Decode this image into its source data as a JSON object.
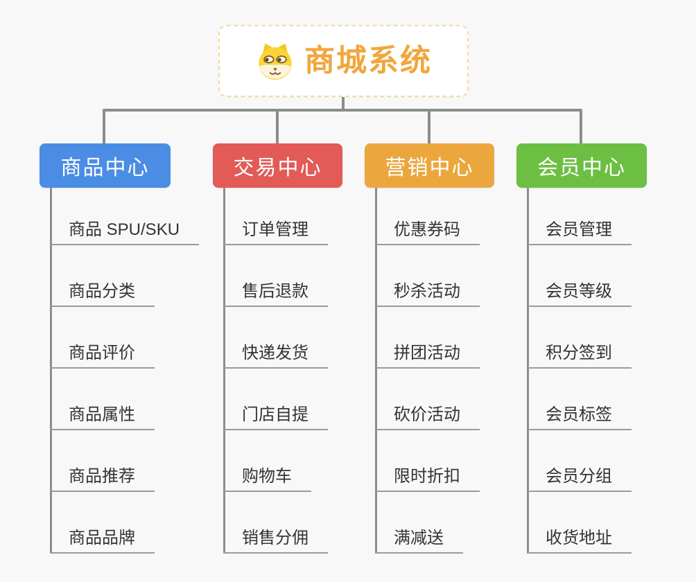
{
  "root": {
    "title": "商城系统",
    "icon": "dog-face-icon",
    "accent_color": "#F1A63C",
    "border_color": "#F6D9A1"
  },
  "colors": {
    "background": "#F8F8F8",
    "connector": "#8C8C8C",
    "leaf_underline": "#9A9A9A",
    "leaf_text": "#333333"
  },
  "branches": [
    {
      "label": "商品中心",
      "color": "#4B8DE4",
      "items": [
        "商品 SPU/SKU",
        "商品分类",
        "商品评价",
        "商品属性",
        "商品推荐",
        "商品品牌"
      ]
    },
    {
      "label": "交易中心",
      "color": "#E25B57",
      "items": [
        "订单管理",
        "售后退款",
        "快递发货",
        "门店自提",
        "购物车",
        "销售分佣"
      ]
    },
    {
      "label": "营销中心",
      "color": "#EBA73E",
      "items": [
        "优惠券码",
        "秒杀活动",
        "拼团活动",
        "砍价活动",
        "限时折扣",
        "满减送"
      ]
    },
    {
      "label": "会员中心",
      "color": "#6CBF42",
      "items": [
        "会员管理",
        "会员等级",
        "积分签到",
        "会员标签",
        "会员分组",
        "收货地址"
      ]
    }
  ]
}
